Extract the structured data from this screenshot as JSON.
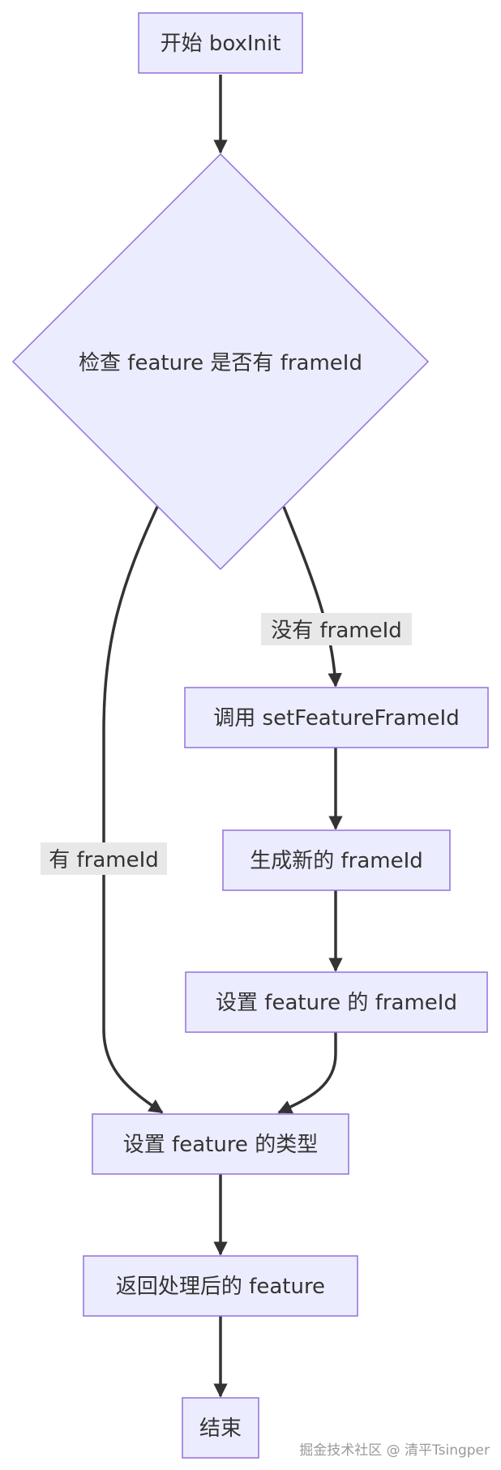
{
  "nodes": {
    "start": "开始 boxInit",
    "decision": "检查 feature 是否有 frameId",
    "call_set": "调用 setFeatureFrameId",
    "gen_new": "生成新的 frameId",
    "set_frame": "设置 feature 的 frameId",
    "set_type": "设置 feature 的类型",
    "return": "返回处理后的 feature",
    "end": "结束"
  },
  "edges": {
    "no_frame": "没有 frameId",
    "has_frame": "有 frameId"
  },
  "watermark": "掘金技术社区 @ 清平Tsingper",
  "colors": {
    "node_fill": "#ECECFF",
    "node_stroke": "#9370DB",
    "edge": "#333333",
    "edge_label_bg": "#E8E8E8"
  }
}
